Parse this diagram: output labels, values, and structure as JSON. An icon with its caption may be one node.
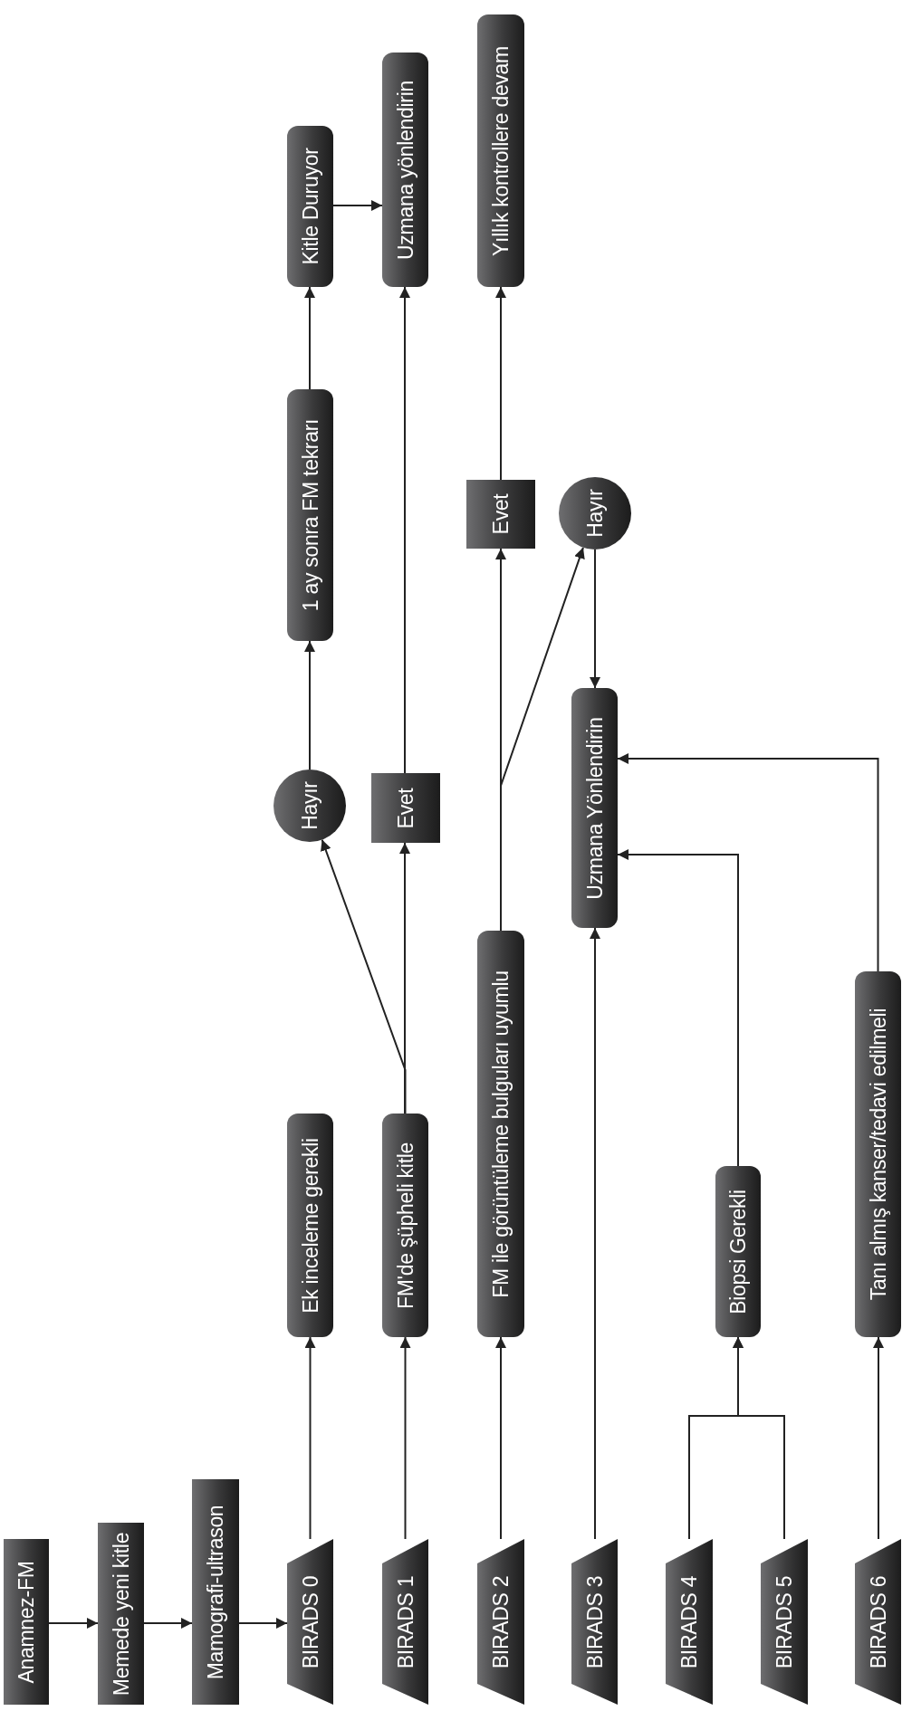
{
  "diagram": {
    "nodes": [
      {
        "text": [
          "Anamnez-FM"
        ]
      },
      {
        "text": [
          "Memede yeni kitle"
        ]
      },
      {
        "text": [
          "Mamografi-ultrason"
        ]
      },
      {
        "text": [
          "BIRADS 0"
        ]
      },
      {
        "text": [
          "BIRADS 1"
        ]
      },
      {
        "text": [
          "BIRADS 2"
        ]
      },
      {
        "text": [
          "BIRADS 3"
        ]
      },
      {
        "text": [
          "BIRADS 4"
        ]
      },
      {
        "text": [
          "BIRADS 5"
        ]
      },
      {
        "text": [
          "BIRADS 6"
        ]
      },
      {
        "text": [
          "Ek inceleme gerekli"
        ]
      },
      {
        "text": [
          "FM'de şüpheli kitle"
        ]
      },
      {
        "text": [
          "FM ile görüntüleme bulguları uyumlu"
        ]
      },
      {
        "text": [
          "Biopsi Gerekli"
        ]
      },
      {
        "text": [
          "Tanı almış kanser/tedavi edilmeli"
        ]
      },
      {
        "text": [
          "Hayır"
        ]
      },
      {
        "text": [
          "Evet"
        ]
      },
      {
        "text": [
          "Uzmana Yönlendirin"
        ]
      },
      {
        "text": [
          "1 ay sonra FM tekrarı"
        ]
      },
      {
        "text": [
          "Evet"
        ]
      },
      {
        "text": [
          "Hayır"
        ]
      },
      {
        "text": [
          "Kitle Duruyor"
        ]
      },
      {
        "text": [
          "Uzmana yönlendirin"
        ]
      },
      {
        "text": [
          "Yıllık kontrollere devam"
        ]
      }
    ],
    "edges": [
      {
        "from": 0,
        "to": 1,
        "arrow": "to"
      },
      {
        "from": 1,
        "to": 2,
        "arrow": "to"
      },
      {
        "from": 2,
        "to": 3,
        "arrow": "to"
      },
      {
        "from": 3,
        "to": 10,
        "arrow": "to"
      },
      {
        "from": 4,
        "to": 11,
        "arrow": "to"
      },
      {
        "from": 5,
        "to": 12,
        "arrow": "to"
      },
      {
        "from": 6,
        "to": 17,
        "arrow": "to"
      },
      {
        "from": 7,
        "to": 13,
        "arrow": "to"
      },
      {
        "from": 8,
        "to": 13,
        "arrow": "to"
      },
      {
        "from": 9,
        "to": 14,
        "arrow": "to"
      },
      {
        "from": 11,
        "to": 15,
        "arrow": "to"
      },
      {
        "from": 11,
        "to": 16,
        "arrow": "to"
      },
      {
        "from": 15,
        "to": 18,
        "arrow": "to"
      },
      {
        "from": 18,
        "to": 21,
        "arrow": "to"
      },
      {
        "from": 21,
        "to": 22,
        "arrow": "to"
      },
      {
        "from": 16,
        "to": 22,
        "arrow": "to"
      },
      {
        "from": 12,
        "to": 19,
        "arrow": "to"
      },
      {
        "from": 12,
        "to": 20,
        "arrow": "to"
      },
      {
        "from": 19,
        "to": 23,
        "arrow": "to"
      },
      {
        "from": 20,
        "to": 17,
        "arrow": "to"
      },
      {
        "from": 13,
        "to": 17,
        "arrow": "to"
      },
      {
        "from": 14,
        "to": 17,
        "arrow": "to"
      }
    ]
  }
}
